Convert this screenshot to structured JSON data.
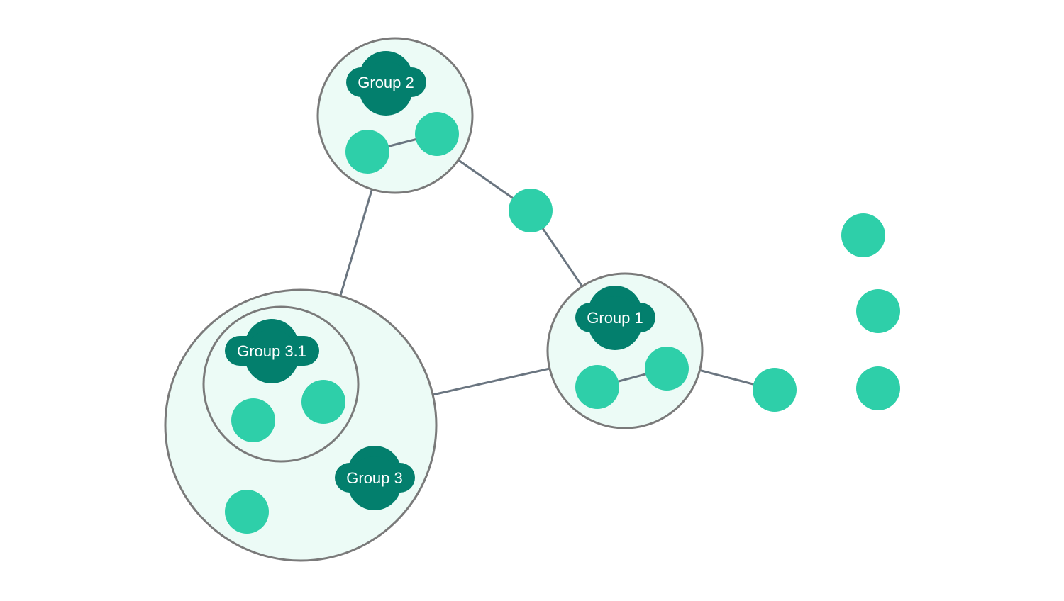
{
  "graph": {
    "groups": [
      {
        "id": "group-1",
        "label": "Group 1"
      },
      {
        "id": "group-2",
        "label": "Group 2"
      },
      {
        "id": "group-3",
        "label": "Group 3"
      },
      {
        "id": "group-3-1",
        "label": "Group 3.1"
      }
    ]
  },
  "colors": {
    "node": "#2ecfa9",
    "group_fill": "#ecfbf6",
    "group_border": "#7a7a7a",
    "group_label": "#037f6d",
    "edge": "#6a7580"
  }
}
